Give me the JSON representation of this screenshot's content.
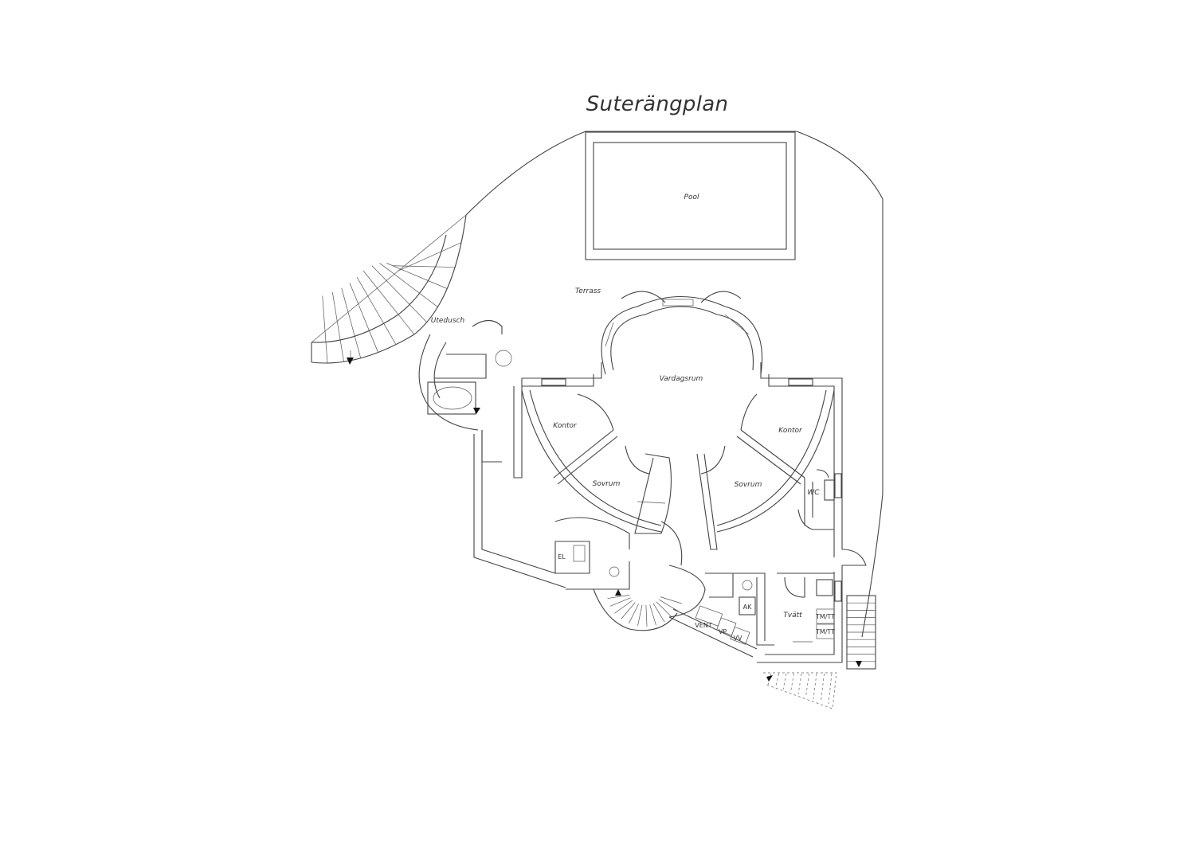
{
  "plan": {
    "title": "Suterängplan",
    "rooms": {
      "pool": "Pool",
      "terrass": "Terrass",
      "utedusch": "Utedusch",
      "vardagsrum": "Vardagsrum",
      "kontor_left": "Kontor",
      "kontor_right": "Kontor",
      "sovrum_left": "Sovrum",
      "sovrum_right": "Sovrum",
      "wc": "WC",
      "tvatt": "Tvätt",
      "el": "EL",
      "ak": "AK",
      "vent": "VENT",
      "vp": "VP",
      "vv": "VV",
      "tmtt_1": "TM/TT",
      "tmtt_2": "TM/TT"
    }
  }
}
